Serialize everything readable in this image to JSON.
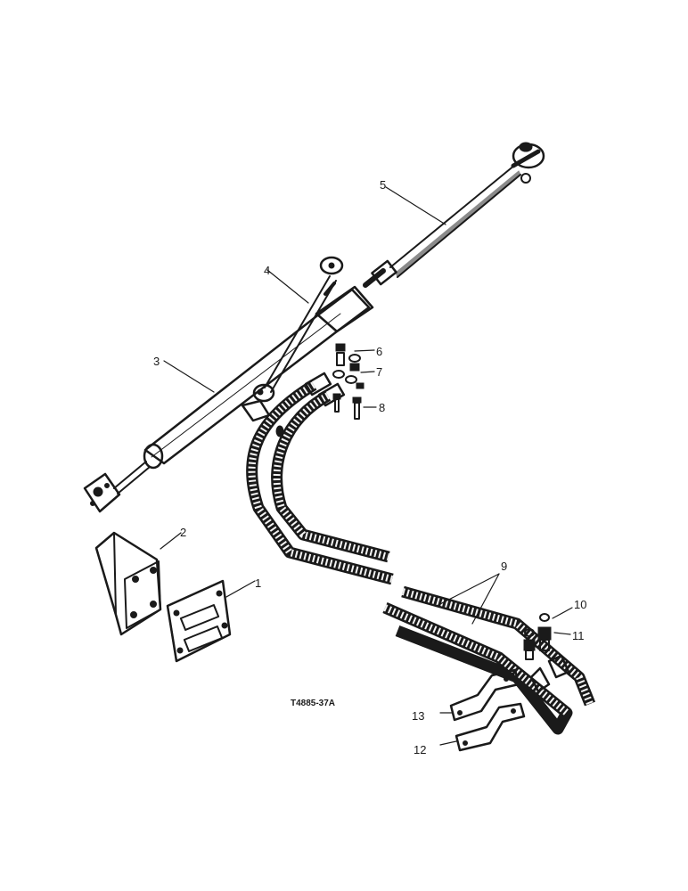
{
  "figure_code": "T4885-37A",
  "callouts": [
    "1",
    "2",
    "3",
    "4",
    "5",
    "6",
    "7",
    "8",
    "9",
    "10",
    "11",
    "12",
    "13"
  ],
  "colors": {
    "ink": "#1a1a1a",
    "paper": "#ffffff"
  }
}
